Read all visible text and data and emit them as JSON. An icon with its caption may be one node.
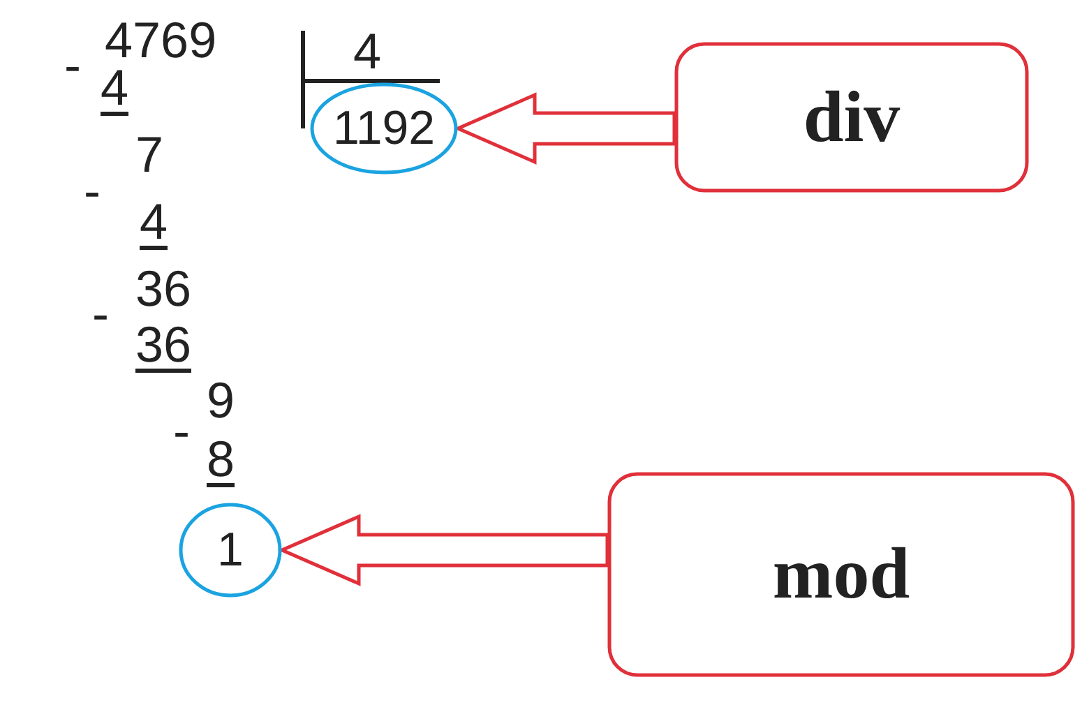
{
  "diagram": {
    "nodes": [
      {
        "text": [
          "1192"
        ]
      },
      {
        "text": [
          "div"
        ]
      },
      {
        "text": [
          "1"
        ]
      },
      {
        "text": [
          "mod"
        ]
      }
    ],
    "edges": [
      {
        "from": 1,
        "to": 0,
        "arrow": "to"
      },
      {
        "from": 3,
        "to": 2,
        "arrow": "to"
      }
    ],
    "labels": [
      "4769",
      "4",
      "-",
      "4",
      "7",
      "-",
      "4",
      "36",
      "-",
      "36",
      "9",
      "-",
      "8"
    ]
  }
}
